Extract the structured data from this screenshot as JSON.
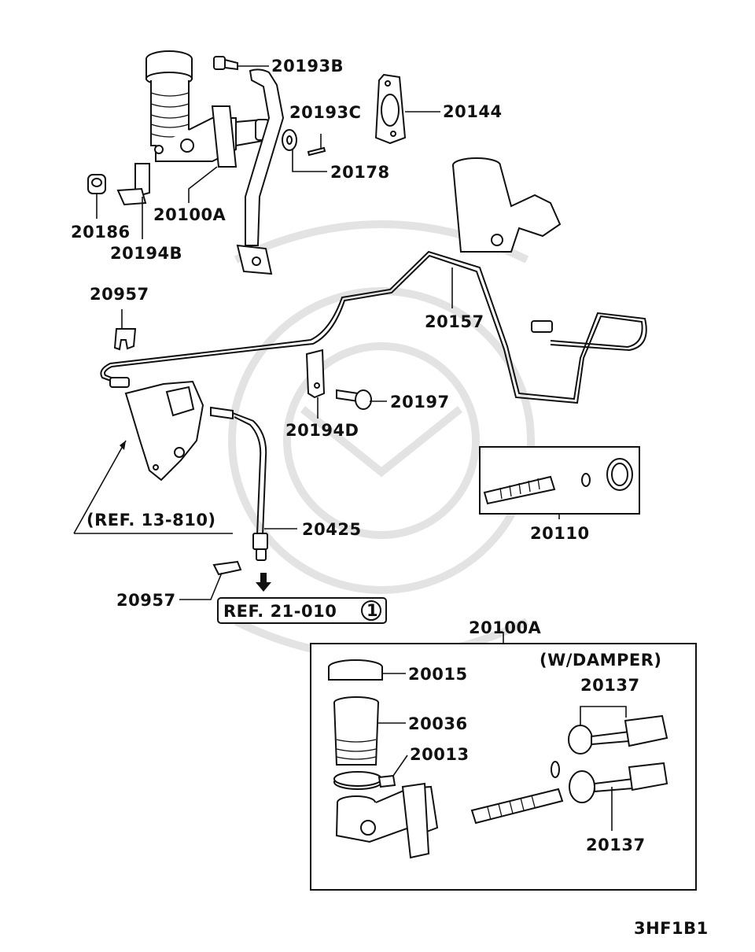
{
  "labels": {
    "p20193B": "20193B",
    "p20193C": "20193C",
    "p20144": "20144",
    "p20178": "20178",
    "p20100A_top": "20100A",
    "p20186": "20186",
    "p20194B": "20194B",
    "p20957_top": "20957",
    "p20157": "20157",
    "p20197": "20197",
    "p20194D": "20194D",
    "ref_13_810": "(REF. 13-810)",
    "p20425": "20425",
    "p20110": "20110",
    "p20957_bottom": "20957",
    "ref_21_010": "REF. 21-010",
    "ref_circle_num": "1",
    "p20100A_box": "20100A",
    "w_damper": "(W/DAMPER)",
    "p20015": "20015",
    "p20036": "20036",
    "p20013": "20013",
    "p20137_top": "20137",
    "p20137_bottom": "20137",
    "diagram_code": "3HF1B1"
  }
}
